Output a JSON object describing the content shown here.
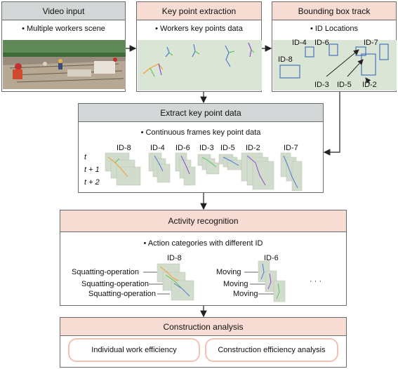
{
  "video_input": {
    "title": "Video input",
    "subtitle": "• Multiple workers scene"
  },
  "key_point_extraction": {
    "title": "Key point extraction",
    "subtitle": "• Workers key points data"
  },
  "bounding_box_track": {
    "title": "Bounding box track",
    "subtitle": "• ID Locations",
    "ids_top": [
      "ID-4",
      "ID-6",
      "ID-7"
    ],
    "id_left": "ID-8",
    "ids_bottom": [
      "ID-3",
      "ID-5",
      "ID-2"
    ]
  },
  "extract_key_point_data": {
    "title": "Extract key point data",
    "subtitle": "• Continuous frames key point data",
    "frame_labels": [
      "t",
      "t + 1",
      "t + 2"
    ],
    "ids": [
      "ID-8",
      "ID-4",
      "ID-6",
      "ID-3",
      "ID-5",
      "ID-2",
      "ID-7"
    ]
  },
  "activity_recognition": {
    "title": "Activity  recognition",
    "subtitle": "• Action categories with different ID",
    "left_id": "ID-8",
    "left_actions": [
      "Squatting-operation",
      "Squatting-operation",
      "Squatting-operation"
    ],
    "right_id": "ID-6",
    "right_actions": [
      "Moving",
      "Moving",
      "Moving"
    ],
    "ellipsis": "· · ·"
  },
  "construction_analysis": {
    "title": "Construction analysis",
    "items": [
      "Individual work efficiency",
      "Construction efficiency analysis"
    ]
  },
  "colors": {
    "gray_header": "#d4d7d8",
    "pink_header": "#f7dcd3",
    "border": "#6b6b6b",
    "pill_border": "#f0c2b4"
  }
}
